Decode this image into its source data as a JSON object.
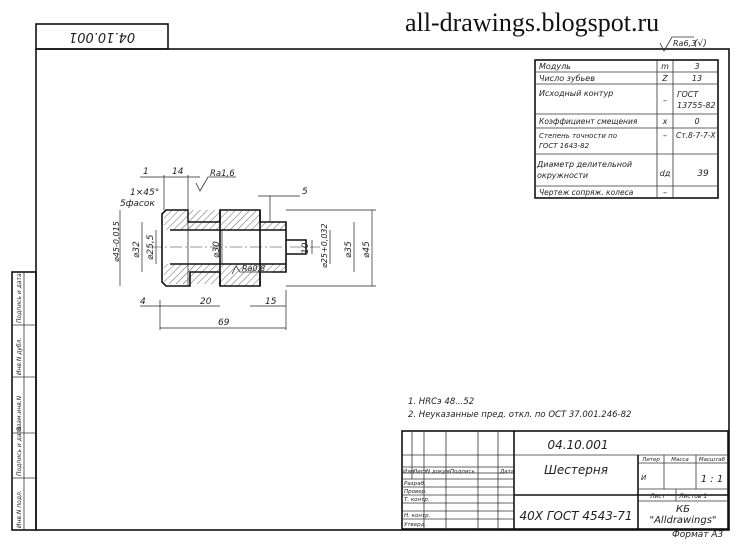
{
  "watermark": "all-drawings.blogspot.ru",
  "top_stamp_rotated": "04.10.001",
  "roughness_general": "Ra6,3",
  "params_table": [
    {
      "name": "Модуль",
      "sym": "m",
      "val": "3"
    },
    {
      "name": "Число зубьев",
      "sym": "Z",
      "val": "13"
    },
    {
      "name": "Исходный контур",
      "sym": "–",
      "val": "ГОСТ 13755-82"
    },
    {
      "name": "Коэффициент смещения",
      "sym": "x",
      "val": "0"
    },
    {
      "name": "Степень точности по ГОСТ 1643-82",
      "sym": "–",
      "val": "Ст.8-7-7-Х"
    },
    {
      "name": "Диаметр делительной окружности",
      "sym": "dd",
      "val": "39"
    },
    {
      "name": "Чертеж сопряж. колеса",
      "sym": "–",
      "val": ""
    }
  ],
  "dimensions": {
    "d1": "1",
    "d14": "14",
    "ra16": "Ra1,6",
    "chamfer": "1×45°",
    "chamfer2": "5фасок",
    "d5": "5",
    "dia45r": "⌀45-0,015",
    "dia32": "⌀32",
    "dia255": "⌀25,5",
    "dia30": "⌀30",
    "ra08": "Ra0,8",
    "d10": "10",
    "dia25": "⌀25+0,032",
    "dia35": "⌀35",
    "dia45": "⌀45",
    "d4": "4",
    "d20": "20",
    "d15": "15",
    "d69": "69"
  },
  "notes": [
    "1. HRCэ 48...52",
    "2. Неуказанные пред. откл. по ОСТ 37.001.246-82"
  ],
  "title_block": {
    "code": "04.10.001",
    "name": "Шестерня",
    "material": "40Х ГОСТ 4543-71",
    "col_izm": "Изм",
    "col_list": "Лист",
    "col_doc": "N докум.",
    "col_podp": "Подпись",
    "col_data": "Дата",
    "razrab": "Разраб.",
    "prover": "Провер.",
    "tkontr": "Т. контр.",
    "nkontr": "Н. контр.",
    "utv": "Утверд.",
    "lit": "Литер",
    "massa": "Масса",
    "masshtab": "Масштаб",
    "lit_val": "И",
    "scale_val": "1 : 1",
    "list": "Лист",
    "listov": "Листов 1",
    "org": "КБ",
    "org2": "\"Alldrawings\"",
    "format": "Формат А3"
  },
  "side_stamp": [
    "Инв.N подл.",
    "Подпись и дата",
    "Взам.инв.N",
    "Инв.N дубл.",
    "Подпись и дата"
  ]
}
